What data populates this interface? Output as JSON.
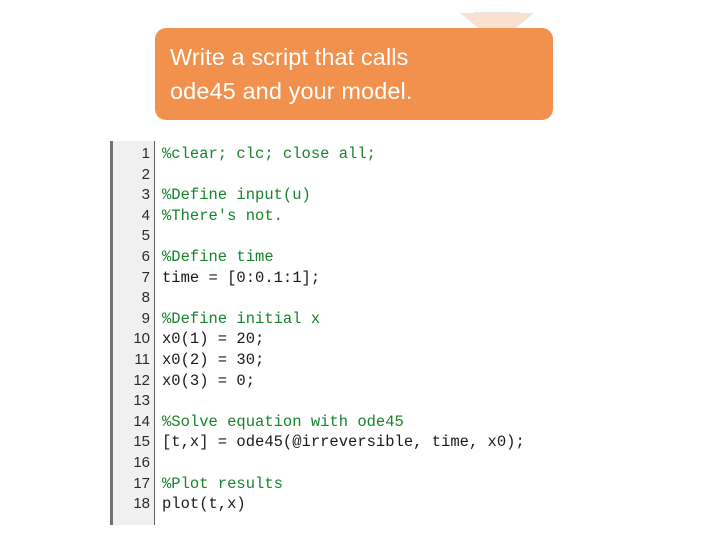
{
  "slide": {
    "background_color": "#FFFFFF",
    "callout": {
      "name": "instruction-callout",
      "text": "Write a script that calls\node45 and your model.",
      "fill_color": "#F2914E",
      "text_color": "#FFFFFF",
      "arrow_icon": "chevron-down-arrow-icon",
      "arrow_color": "#FBE0CE"
    },
    "code": {
      "language": "MATLAB",
      "gutter_background": "#F0F0F0",
      "comment_color": "#17842B",
      "code_color": "#1A1A1A",
      "line_numbers": [
        1,
        2,
        3,
        4,
        5,
        6,
        7,
        8,
        9,
        10,
        11,
        12,
        13,
        14,
        15,
        16,
        17,
        18
      ],
      "lines": [
        {
          "n": 1,
          "text": "%clear; clc; close all;",
          "kind": "comment"
        },
        {
          "n": 2,
          "text": "",
          "kind": "blank"
        },
        {
          "n": 3,
          "text": "%Define input(u)",
          "kind": "comment"
        },
        {
          "n": 4,
          "text": "%There's not.",
          "kind": "comment"
        },
        {
          "n": 5,
          "text": "",
          "kind": "blank"
        },
        {
          "n": 6,
          "text": "%Define time",
          "kind": "comment"
        },
        {
          "n": 7,
          "text": "time = [0:0.1:1];",
          "kind": "code"
        },
        {
          "n": 8,
          "text": "",
          "kind": "blank"
        },
        {
          "n": 9,
          "text": "%Define initial x",
          "kind": "comment"
        },
        {
          "n": 10,
          "text": "x0(1) = 20;",
          "kind": "code"
        },
        {
          "n": 11,
          "text": "x0(2) = 30;",
          "kind": "code"
        },
        {
          "n": 12,
          "text": "x0(3) = 0;",
          "kind": "code"
        },
        {
          "n": 13,
          "text": "",
          "kind": "blank"
        },
        {
          "n": 14,
          "text": "%Solve equation with ode45",
          "kind": "comment"
        },
        {
          "n": 15,
          "text": "[t,x] = ode45(@irreversible, time, x0);",
          "kind": "code"
        },
        {
          "n": 16,
          "text": "",
          "kind": "blank"
        },
        {
          "n": 17,
          "text": "%Plot results",
          "kind": "comment"
        },
        {
          "n": 18,
          "text": "plot(t,x)",
          "kind": "code"
        }
      ]
    }
  }
}
